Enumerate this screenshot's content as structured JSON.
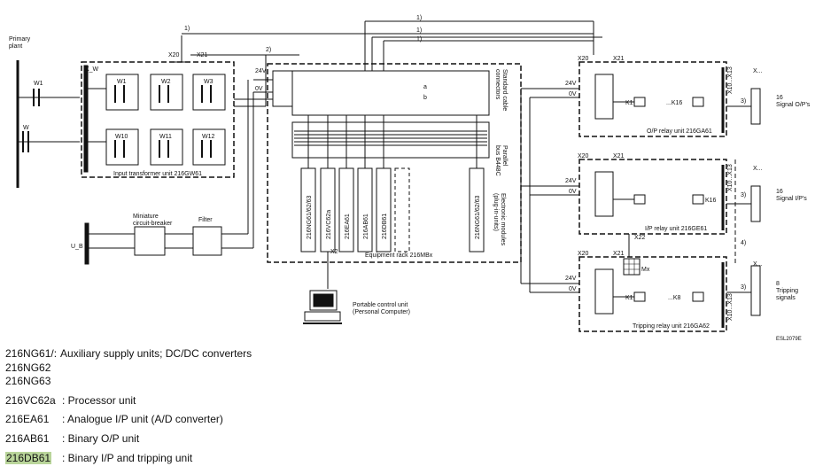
{
  "diagram": {
    "primary_plant": "Primary\nplant",
    "input_transformer_unit": "Input transformer unit 216GW61",
    "transformer_labels": [
      "W1",
      "W2",
      "W3",
      "W10",
      "W11",
      "W12"
    ],
    "left_tr_labels": [
      "W1",
      "W"
    ],
    "x_w": "X_W",
    "x20": "X20",
    "x21": "X21",
    "x22": "X22",
    "x2": "X2",
    "x13": "X10...X13",
    "x_dots": "X...",
    "mcb": "Miniature\ncircuit-breaker",
    "filter": "Filter",
    "ub": "U_B",
    "v24": "24V",
    "v0": "0V",
    "equipment_rack": "Equipment rack 216MBx",
    "std_cable": "Standard cable\nconnectors",
    "parallel_bus": "Parallel\nbus B448C",
    "electronic_modules": "Electronic modules\n(plug-in-units)",
    "modules": [
      "216NG61/62/63",
      "216VC62a",
      "216EA61",
      "216AB61",
      "216DB61",
      "216NG61/62/63"
    ],
    "pcu": "Portable control unit\n(Personal Computer)",
    "op_relay": "O/P relay unit 216GA61",
    "ip_relay": "I/P relay unit 216GE61",
    "trip_relay": "Tripping relay unit 216GA62",
    "k1": "K1",
    "k16": "...K16",
    "k16b": "K16",
    "k8": "...K8",
    "mx": "Mx",
    "sig_op_num": "16",
    "sig_op": "Signal O/P's",
    "sig_ip_num": "16",
    "sig_ip": "Signal I/P's",
    "trip_num": "8",
    "trip_sig": "Tripping\nsignals",
    "refs": [
      "1)",
      "2)",
      "3)",
      "4)"
    ],
    "code": "ESL2079E",
    "switch_a": "a",
    "switch_b": "b"
  },
  "legend": [
    {
      "code": "216NG61/:",
      "desc": "Auxiliary supply units; DC/DC converters"
    },
    {
      "code": "216NG62",
      "desc": ""
    },
    {
      "code": "216NG63",
      "desc": ""
    },
    {
      "code": "216VC62a",
      "desc": ": Processor unit"
    },
    {
      "code": "216EA61",
      "desc": ": Analogue I/P unit (A/D converter)"
    },
    {
      "code": "216AB61",
      "desc": ": Binary O/P unit"
    },
    {
      "code": "216DB61",
      "desc": ": Binary I/P and tripping unit"
    }
  ],
  "colors": {
    "ink": "#111111",
    "highlight": "#b9d59a"
  }
}
